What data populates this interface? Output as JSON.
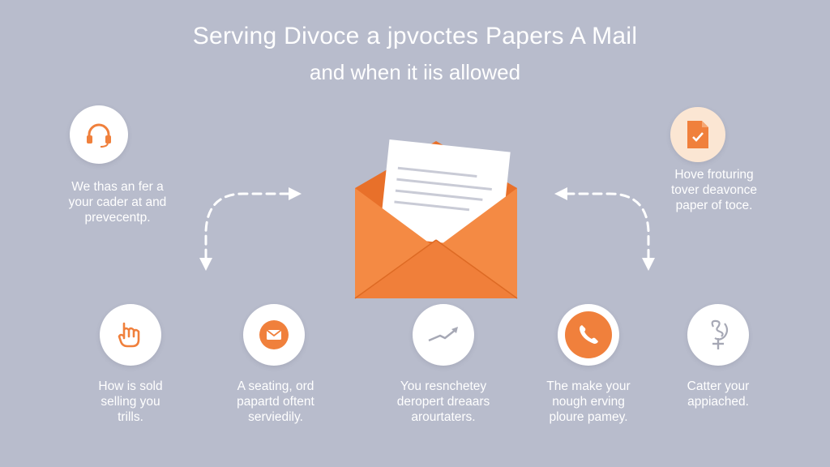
{
  "header": {
    "title": "Serving Divoce a jpvoctes Papers  A Mail",
    "subtitle": "and when it iis allowed"
  },
  "colors": {
    "background": "#b8bccc",
    "accent": "#f0803c",
    "text": "#ffffff"
  },
  "center": {
    "icon": "envelope-with-letter-icon"
  },
  "top_items": [
    {
      "icon": "headset-icon",
      "text": "We thas an fer a\nyour cader at and\nprevecentp."
    },
    {
      "icon": "document-check-icon",
      "text": "Hove froturing\ntover deavonce\npaper of toce."
    }
  ],
  "bottom_items": [
    {
      "icon": "pointing-hand-icon",
      "text": "How is sold\nselling you\ntrills."
    },
    {
      "icon": "mail-icon",
      "text": "A seating, ord\npapartd oftent\nserviedily."
    },
    {
      "icon": "trend-arrow-icon",
      "text": "You resnchetey\nderopert dreaars\narourtaters."
    },
    {
      "icon": "phone-icon",
      "text": "The make your\nnough erving\nploure pamey."
    },
    {
      "icon": "signature-icon",
      "text": "Catter your\nappiached."
    }
  ]
}
